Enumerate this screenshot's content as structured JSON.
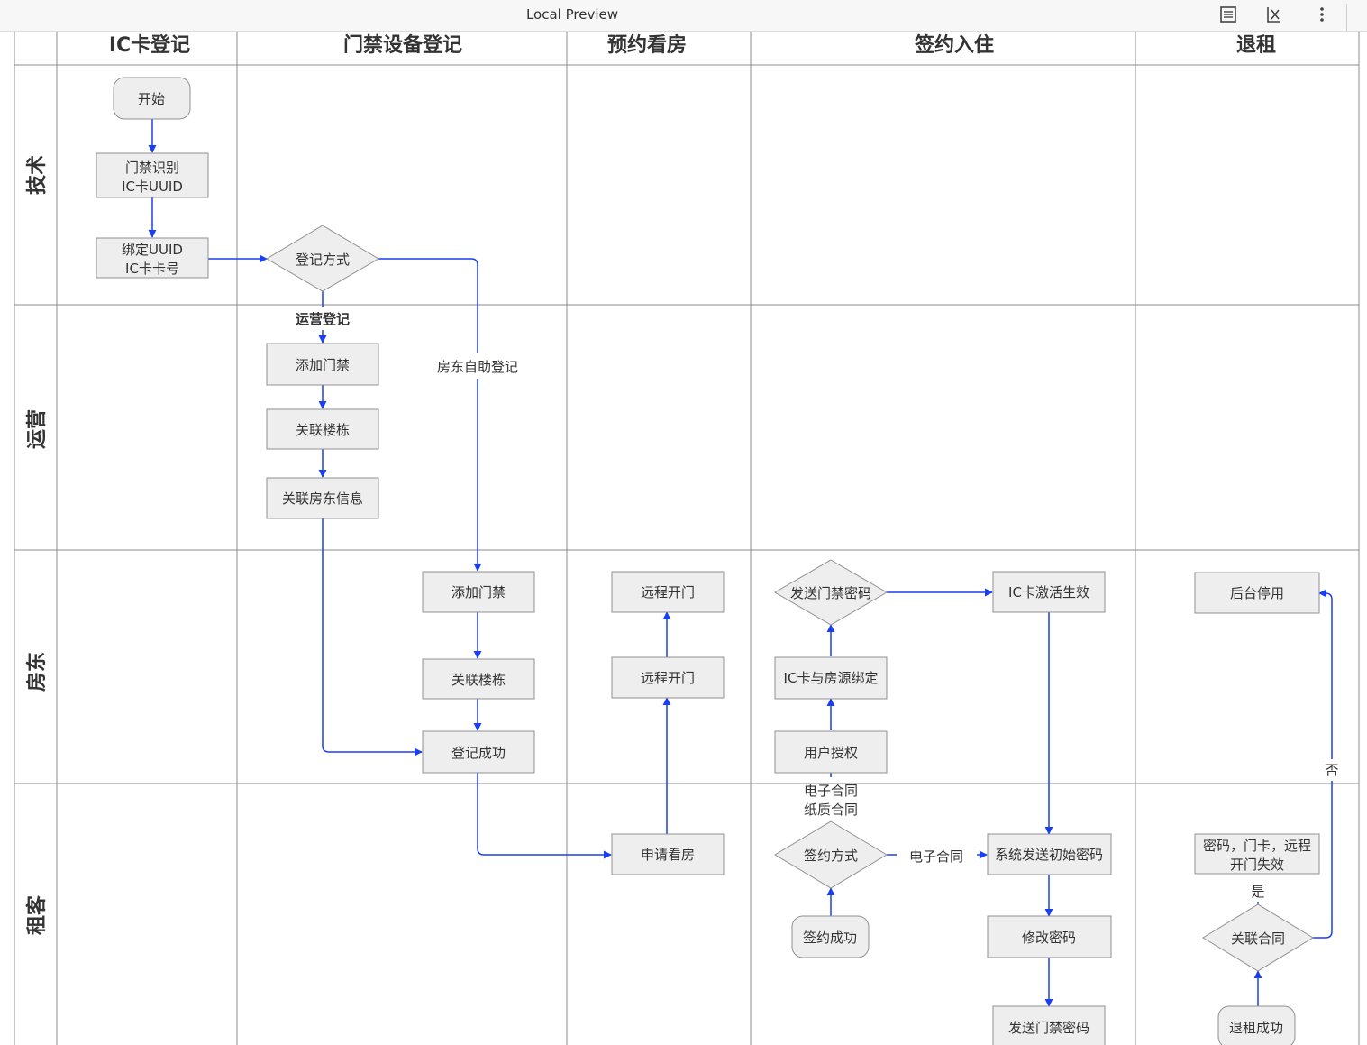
{
  "window": {
    "title": "Local Preview",
    "icons": [
      "list-icon",
      "formula-icon",
      "more-vertical-icon"
    ]
  },
  "colors": {
    "edge": "#1a3ff0",
    "node_fill": "#eeeeee",
    "node_stroke": "#909090",
    "grid": "#8c8c8c"
  },
  "columns": [
    "IC卡登记",
    "门禁设备登记",
    "预约看房",
    "签约入住",
    "退租"
  ],
  "lanes": [
    "技术",
    "运营",
    "房东",
    "租客"
  ],
  "nodes": {
    "start": "开始",
    "ic_identify": [
      "门禁识别",
      "IC卡UUID"
    ],
    "bind_uuid": [
      "绑定UUID",
      "IC卡卡号"
    ],
    "register_method": "登记方式",
    "ops_add_access": "添加门禁",
    "ops_link_building": "关联楼栋",
    "ops_link_landlord": "关联房东信息",
    "ll_add_access": "添加门禁",
    "ll_link_building": "关联楼栋",
    "register_success": "登记成功",
    "remote_open_1": "远程开门",
    "remote_open_2": "远程开门",
    "apply_viewing": "申请看房",
    "send_access_pwd": "发送门禁密码",
    "ic_bind_house": "IC卡与房源绑定",
    "user_auth": "用户授权",
    "ic_activate": "IC卡激活生效",
    "sign_method": "签约方式",
    "sign_success": "签约成功",
    "system_send_pwd": "系统发送初始密码",
    "change_pwd": "修改密码",
    "send_access_pwd_2": "发送门禁密码",
    "backend_disable": "后台停用",
    "invalidate": [
      "密码，门卡，远程",
      "开门失效"
    ],
    "link_contract": "关联合同",
    "checkout_success": "退租成功"
  },
  "edge_labels": {
    "ops_register": "运营登记",
    "landlord_self_register": "房东自助登记",
    "contract_types": [
      "电子合同",
      "纸质合同"
    ],
    "e_contract": "电子合同",
    "yes": "是",
    "no": "否"
  }
}
